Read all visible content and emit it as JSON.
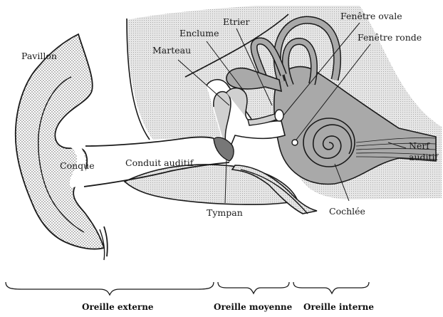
{
  "labels": {
    "pavillon": "Pavillon",
    "conque": "Conque",
    "conduit_auditif": "Conduit auditif",
    "marteau": "Marteau",
    "enclume": "Enclume",
    "etrier": "Etrier",
    "fenetre_ovale": "Fenêtre ovale",
    "fenetre_ronde": "Fenêtre ronde",
    "nerf": "Nerf",
    "auditif": "auditif",
    "tympan": "Tympan",
    "cochlee": "Cochlée"
  },
  "sections": {
    "externe": "Oreille externe",
    "moyenne": "Oreille moyenne",
    "interne": "Oreille interne"
  },
  "colors": {
    "stroke": "#1a1a1a",
    "bone_fill": "#d9d9d9",
    "inner_fill": "#a9a9a9",
    "stipple": "#5a5a5a"
  }
}
